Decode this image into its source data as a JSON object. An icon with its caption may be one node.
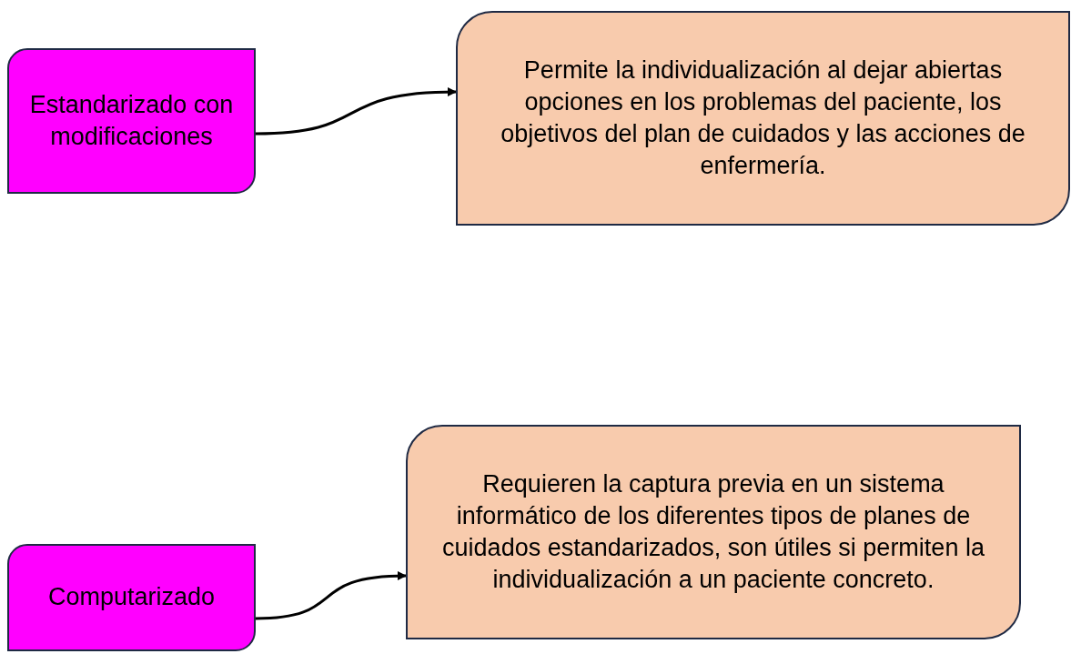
{
  "diagram": {
    "nodes": [
      {
        "text": [
          "Estandarizado con modificaciones"
        ]
      },
      {
        "text": [
          "Permite la individualización al dejar abiertas opciones en los problemas del paciente, los objetivos del plan de cuidados y las acciones de enfermería."
        ]
      },
      {
        "text": [
          "Computarizado"
        ]
      },
      {
        "text": [
          "Requieren la captura previa en un sistema informático de los diferentes tipos de planes de cuidados estandarizados, son útiles si permiten la individualización a un paciente concreto."
        ]
      }
    ],
    "edges": [
      {
        "from": 0,
        "to": 1,
        "arrow": "to"
      },
      {
        "from": 2,
        "to": 3,
        "arrow": "to"
      }
    ]
  }
}
